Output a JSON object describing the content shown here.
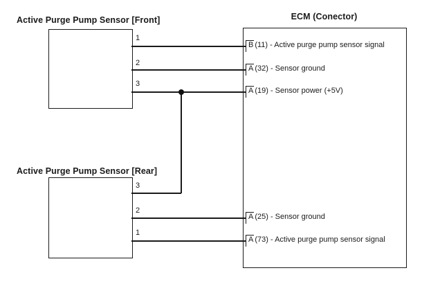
{
  "front_sensor": {
    "title": "Active Purge Pump Sensor [Front]",
    "pins": [
      "1",
      "2",
      "3"
    ]
  },
  "rear_sensor": {
    "title": "Active Purge Pump Sensor [Rear]",
    "pins": [
      "3",
      "2",
      "1"
    ]
  },
  "ecm": {
    "title": "ECM (Conector)",
    "pins": [
      {
        "connector": "B",
        "detail": "(11) - Active purge pump sensor signal"
      },
      {
        "connector": "A",
        "detail": "(32) - Sensor ground"
      },
      {
        "connector": "A",
        "detail": "(19) - Sensor power (+5V)"
      },
      {
        "connector": "A",
        "detail": "(25) - Sensor ground"
      },
      {
        "connector": "A",
        "detail": "(73) - Active purge pump sensor signal"
      }
    ]
  },
  "colors": {
    "line": "#1a1a1a",
    "background": "#ffffff"
  }
}
